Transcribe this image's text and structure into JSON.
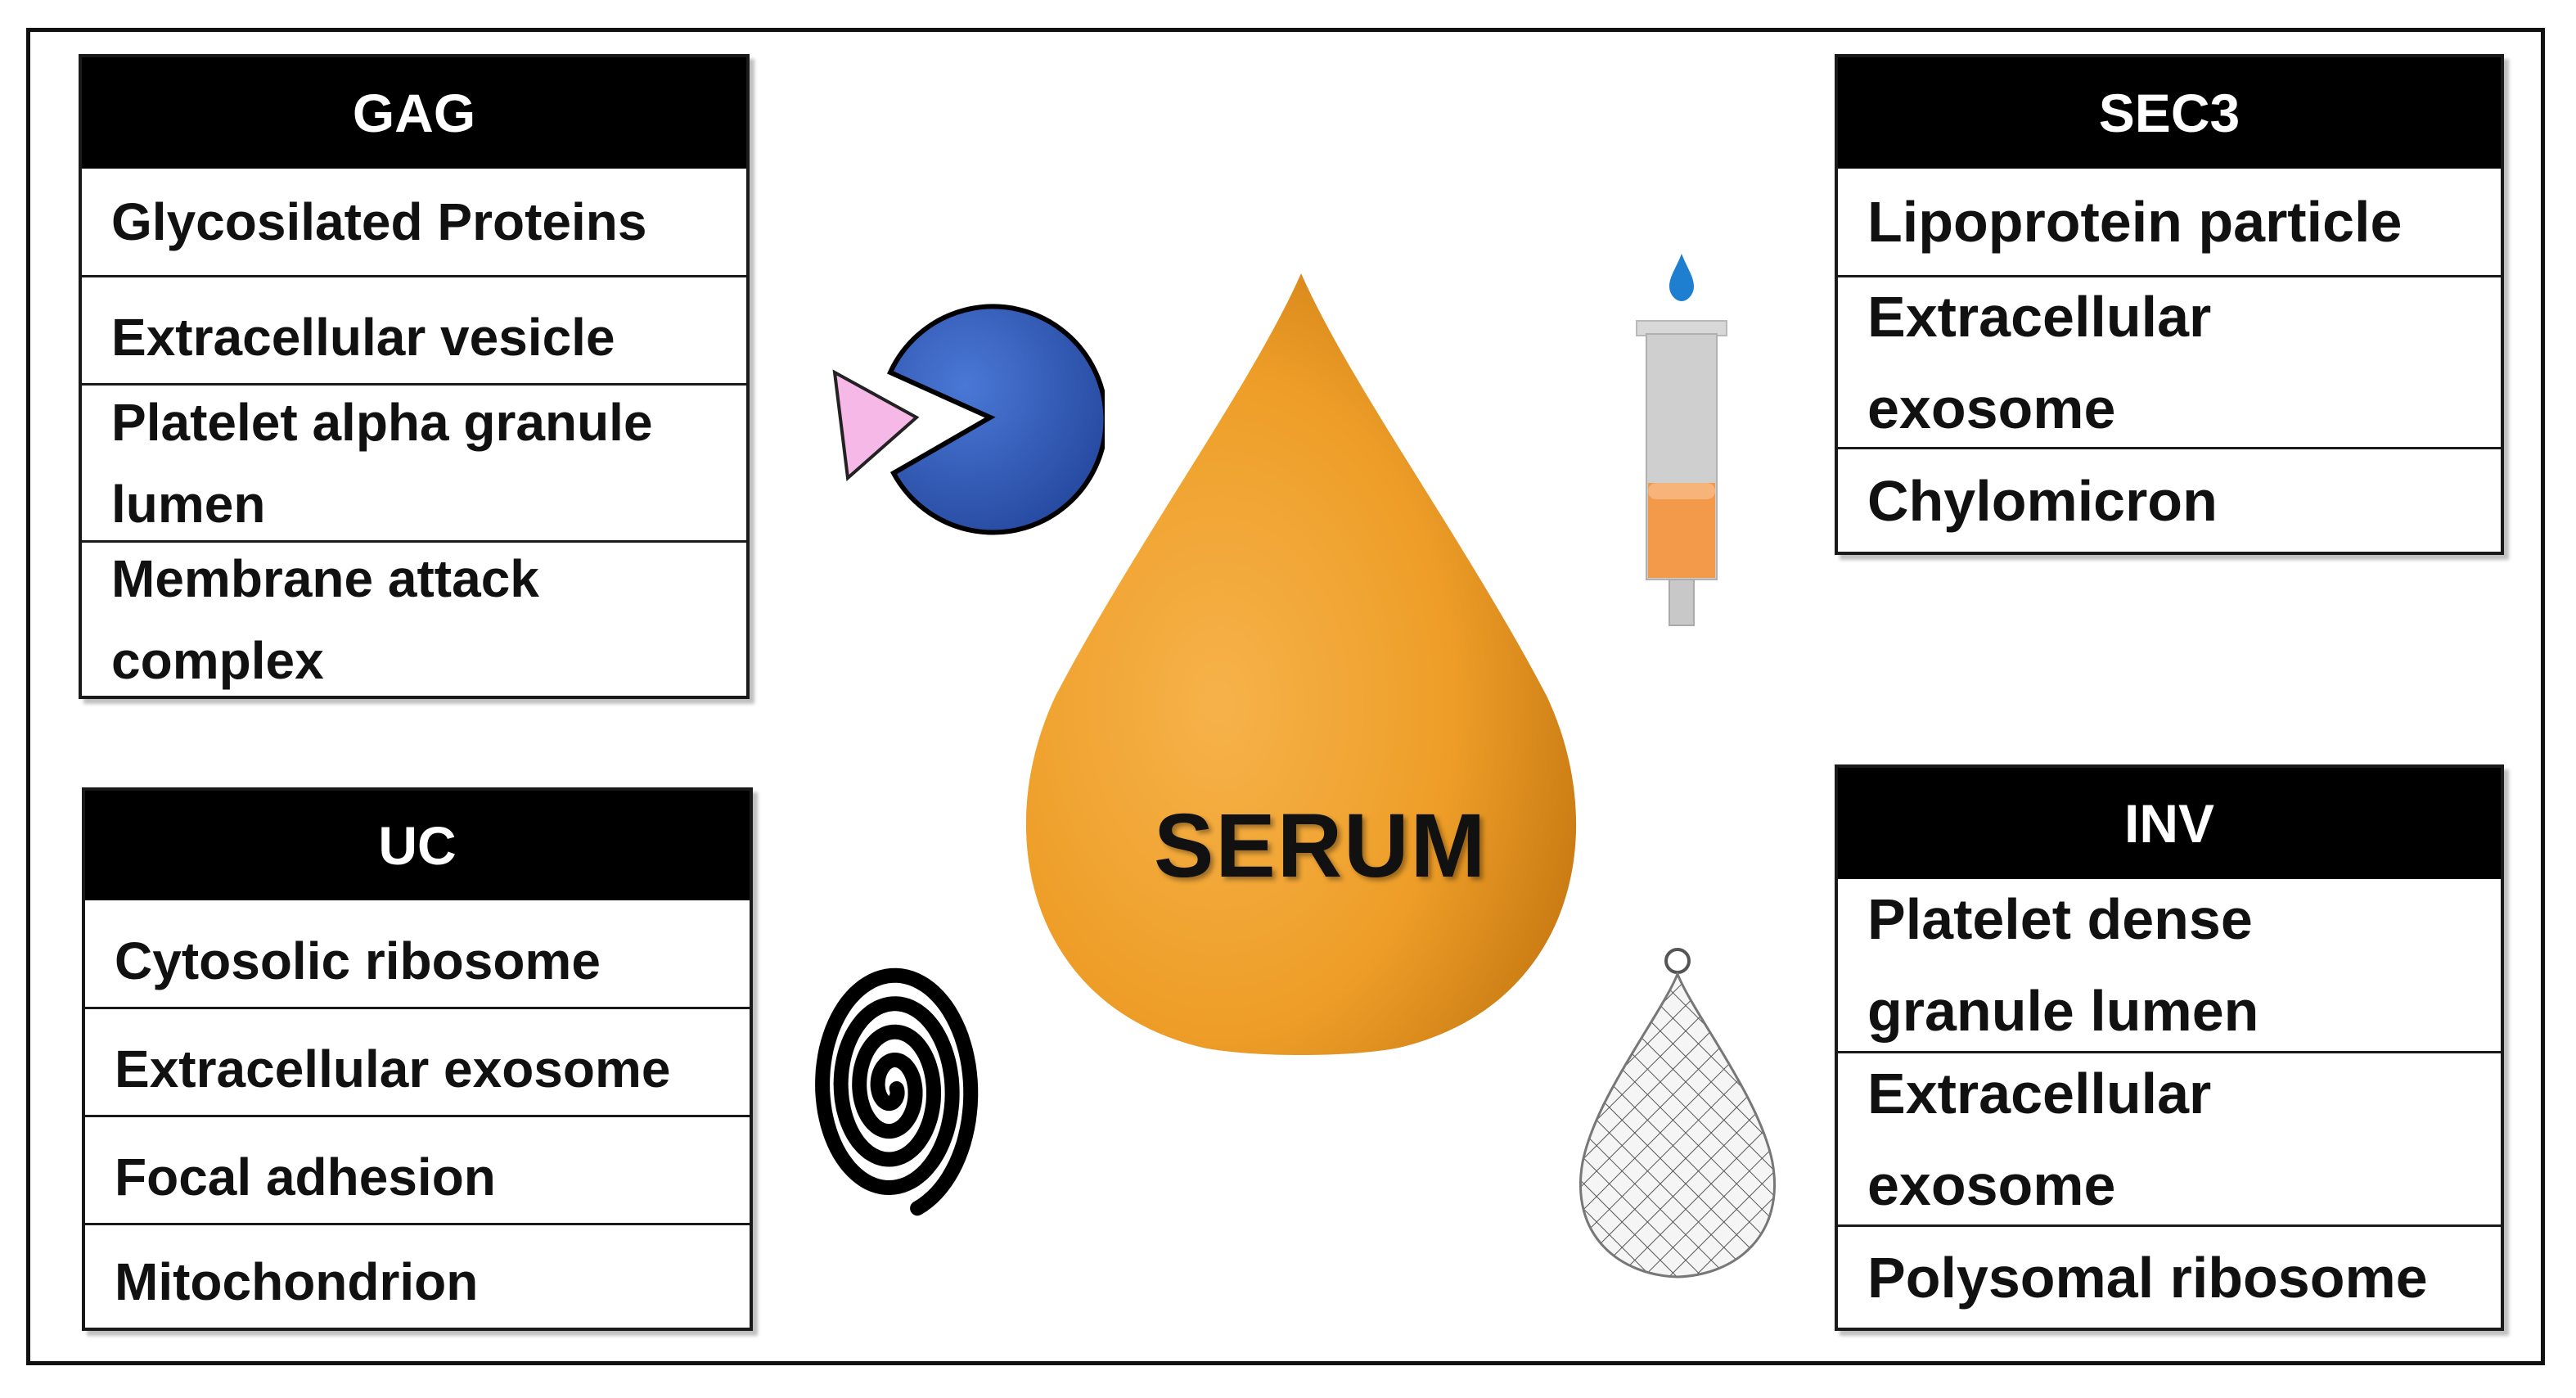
{
  "center": {
    "label": "SERUM"
  },
  "panels": {
    "gag": {
      "title": "GAG",
      "rows": [
        "Glycosilated Proteins",
        "Extracellular vesicle",
        "Platelet alpha granule lumen",
        "Membrane attack complex"
      ]
    },
    "sec3": {
      "title": "SEC3",
      "rows": [
        "Lipoprotein particle",
        "Extracellular exosome",
        "Chylomicron"
      ]
    },
    "uc": {
      "title": "UC",
      "rows": [
        "Cytosolic ribosome",
        "Extracellular exosome",
        "Focal adhesion",
        "Mitochondrion"
      ]
    },
    "inv": {
      "title": "INV",
      "rows": [
        "Platelet dense granule lumen",
        "Extracellular exosome",
        "Polysomal ribosome"
      ]
    }
  },
  "colors": {
    "drop": "#F0A030",
    "pacman": "#3A64C0",
    "wedge": "#F6B8E6",
    "tube_fluid": "#F39A4A",
    "water_drop": "#1E7FD0"
  },
  "icons": [
    "pacman-icon",
    "syringe-column-icon",
    "spiral-icon",
    "net-bag-icon",
    "drop-icon"
  ]
}
